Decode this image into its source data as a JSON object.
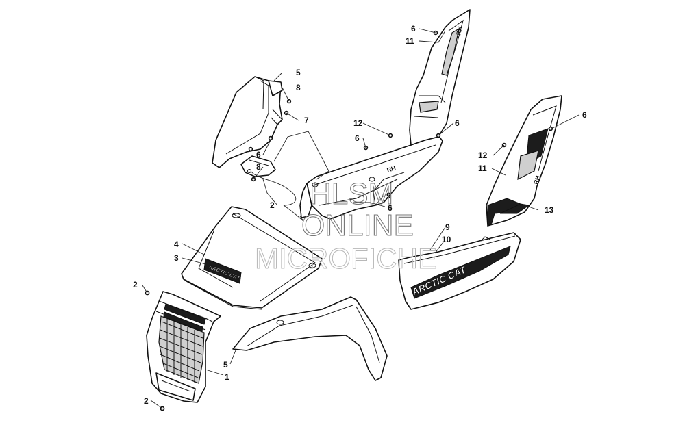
{
  "callouts": {
    "c1": "1",
    "c2a": "2",
    "c2b": "2",
    "c2c": "2",
    "c3": "3",
    "c4": "4",
    "c5a": "5",
    "c5b": "5",
    "c6a": "6",
    "c6b": "6",
    "c6c": "6",
    "c6d": "6",
    "c6e": "6",
    "c6f": "6",
    "c7": "7",
    "c8a": "8",
    "c8b": "8",
    "c9a": "9",
    "c9b": "9",
    "c10": "10",
    "c11a": "11",
    "c11b": "11",
    "c12a": "12",
    "c12b": "12",
    "c13": "13"
  },
  "watermark": {
    "line1": "HLSM",
    "line2": "ONLINE",
    "line3": "MICROFICHE"
  },
  "decals": {
    "hood": "ARCTIC CAT",
    "side_panel": "ARCTIC CAT",
    "rh_mark": "RH"
  }
}
